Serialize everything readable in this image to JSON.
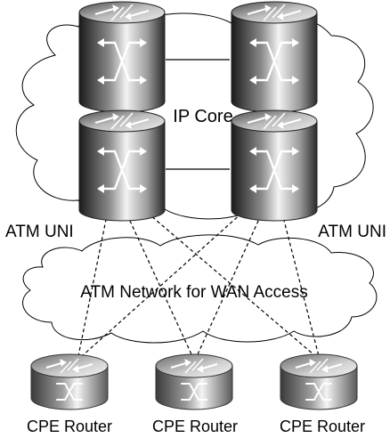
{
  "labels": {
    "ip_core": "IP Core",
    "atm_uni_left": "ATM UNI",
    "atm_uni_right": "ATM UNI",
    "atm_network": "ATM Network for WAN Access",
    "cpe_router_1": "CPE Router",
    "cpe_router_2": "CPE Router",
    "cpe_router_3": "CPE Router"
  },
  "icons": {
    "core_router": "atm-switch-router-icon",
    "edge_router": "cpe-router-icon"
  },
  "colors": {
    "router_dark": "#2a2a2a",
    "router_light": "#e8e8e8",
    "line": "#000000"
  }
}
